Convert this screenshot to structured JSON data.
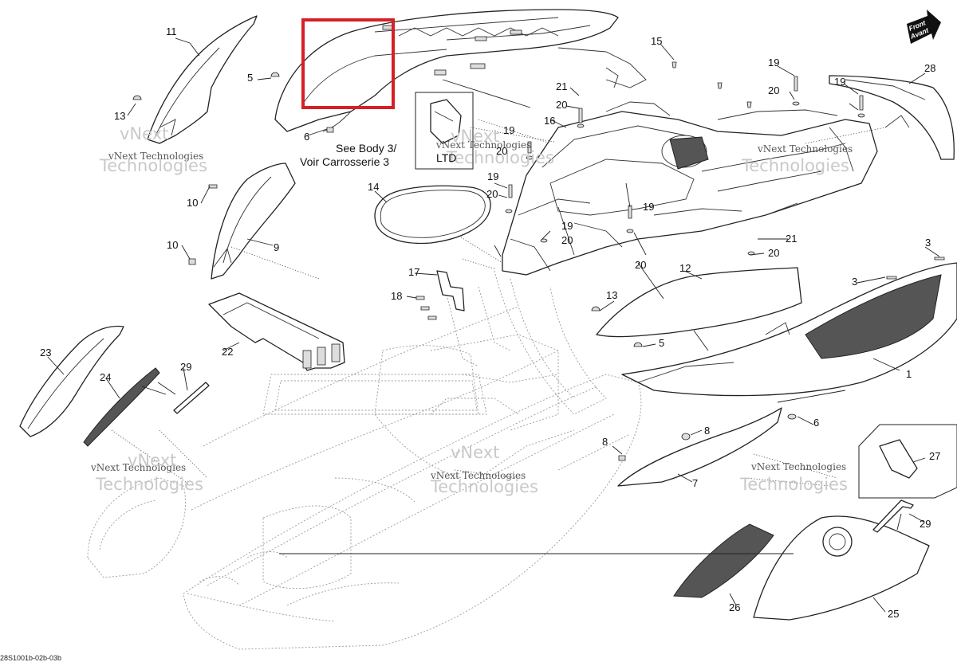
{
  "callouts": [
    "1",
    "3",
    "3",
    "5",
    "5",
    "6",
    "6",
    "7",
    "8",
    "8",
    "9",
    "10",
    "10",
    "11",
    "12",
    "13",
    "13",
    "14",
    "15",
    "16",
    "17",
    "18",
    "19",
    "19",
    "19",
    "19",
    "19",
    "19",
    "20",
    "20",
    "20",
    "20",
    "20",
    "20",
    "20",
    "21",
    "21",
    "22",
    "23",
    "24",
    "25",
    "26",
    "27",
    "28",
    "29",
    "29"
  ],
  "notes": {
    "see_body_line1": "See Body 3/",
    "see_body_line2": "Voir Carrosserie 3",
    "ltd": "LTD"
  },
  "front_arrow": {
    "line1": "Front",
    "line2": "Avant"
  },
  "watermarks": [
    {
      "line1": "vNext Technologies",
      "line2": "Technologies"
    },
    {
      "line1": "vNext Technologies",
      "line2": "Technologies"
    },
    {
      "line1": "vNext Technologies",
      "line2": "Technologies"
    },
    {
      "line1": "vNext Technologies",
      "line2": "Technologies"
    },
    {
      "line1": "vNext Technologies",
      "line2": "Technologies"
    },
    {
      "line1": "vNext Technologies",
      "line2": "Technologies"
    }
  ],
  "watermark_heads": [
    "vNext",
    "vNext",
    "vNext",
    "vNext"
  ],
  "drawing_code": "28S1001b-02b-03b",
  "highlight_color": "#d61f26"
}
